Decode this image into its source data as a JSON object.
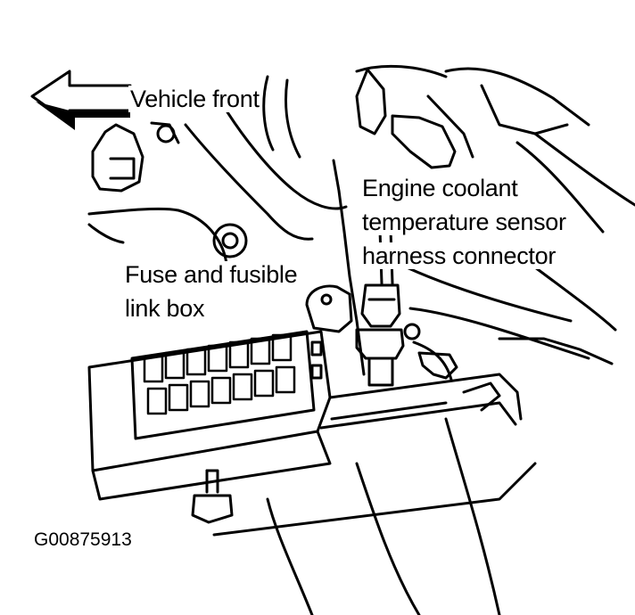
{
  "labels": {
    "vehicle_front": "Vehicle front",
    "ect_sensor": {
      "line1": "Engine coolant",
      "line2": "temperature sensor",
      "line3": "harness connector"
    },
    "fuse_box": {
      "line1": "Fuse and fusible",
      "line2": "link box"
    }
  },
  "figure_id": "G00875913",
  "colors": {
    "ink": "#000000",
    "paper": "#ffffff"
  },
  "icons": {
    "direction_arrow": "arrow-left-icon"
  }
}
